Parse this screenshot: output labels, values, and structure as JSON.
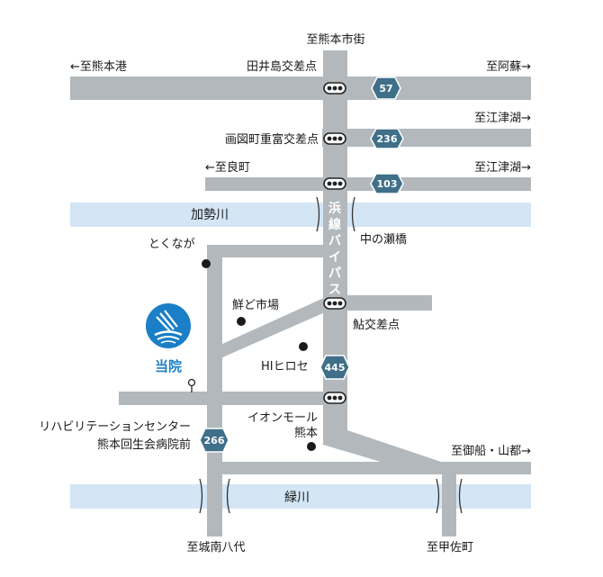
{
  "colors": {
    "road": "#b3b8bc",
    "river": "#d4e5f5",
    "shield": "#3f6f89",
    "hospital": "#1a7fc6",
    "text": "#1a1a1a"
  },
  "labels": {
    "north_dest": "至熊本市街",
    "west_dest_top": "←至熊本港",
    "east_dest_top": "至阿蘇→",
    "junction_taishima": "田井島交差点",
    "east_dest_ezu1": "至江津湖→",
    "junction_ezumachi": "画図町重富交差点",
    "west_dest_yoshi": "←至良町",
    "east_dest_ezu2": "至江津湖→",
    "river_kase": "加勢川",
    "bridge_naka": "中の瀬橋",
    "tokunaga": "とくなが",
    "sengyo": "鮮ど市場",
    "junction_ayu": "鮎交差点",
    "hirose": "HIヒロセ",
    "hospital_name": "当院",
    "aeon_line1": "イオンモール",
    "aeon_line2": "熊本",
    "rehab_line1": "リハビリテーションセンター",
    "rehab_line2": "熊本回生会病院前",
    "east_dest_mifune": "至御船・山都→",
    "river_midori": "緑川",
    "south_dest_jonan": "至城南八代",
    "south_dest_kosa": "至甲佐町",
    "bypass_name": "浜線バイパス"
  },
  "routes": {
    "r57": "57",
    "r236": "236",
    "r103": "103",
    "r445": "445",
    "r266": "266"
  },
  "icons": {
    "traffic_signal": "traffic-signal-icon",
    "bus_stop": "bus-stop-icon",
    "hospital_logo": "hospital-logo-icon",
    "landmark": "landmark-dot-icon",
    "bridge": "bridge-icon"
  }
}
